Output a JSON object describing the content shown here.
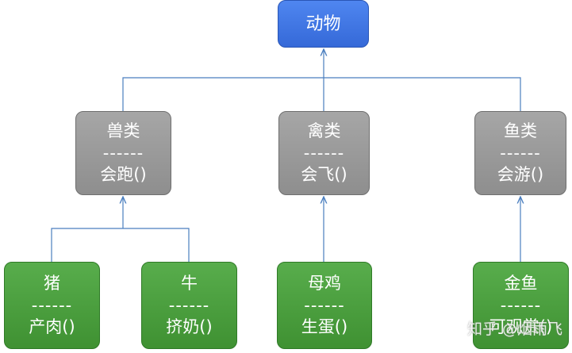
{
  "diagram": {
    "root": {
      "name": "动物",
      "color": "#3f77e6"
    },
    "categories": [
      {
        "name": "兽类",
        "separator": "------",
        "method": "会跑()"
      },
      {
        "name": "禽类",
        "separator": "------",
        "method": "会飞()"
      },
      {
        "name": "鱼类",
        "separator": "------",
        "method": "会游()"
      }
    ],
    "leaves": [
      {
        "name": "猪",
        "separator": "------",
        "method": "产肉()",
        "parent": "兽类"
      },
      {
        "name": "牛",
        "separator": "------",
        "method": "挤奶()",
        "parent": "兽类"
      },
      {
        "name": "母鸡",
        "separator": "------",
        "method": "生蛋()",
        "parent": "禽类"
      },
      {
        "name": "金鱼",
        "separator": "------",
        "method": "可观赏()",
        "parent": "鱼类"
      }
    ],
    "colors": {
      "root": "#3f77e6",
      "category": "#999999",
      "leaf": "#4a9e3e",
      "connector": "#4a7ebf"
    }
  },
  "watermark": "知乎 @烟雨飞"
}
